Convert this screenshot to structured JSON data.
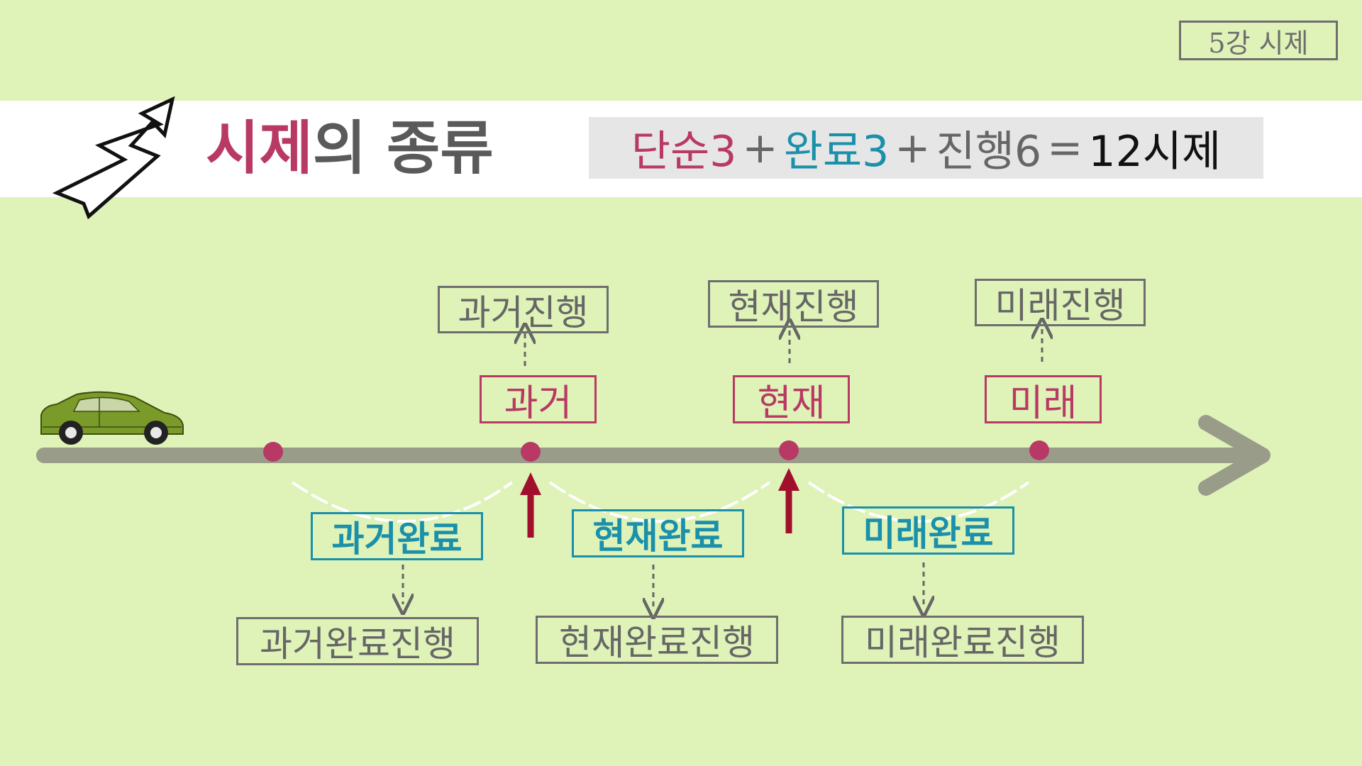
{
  "lesson_badge": "5강 시제",
  "title": {
    "part1": "시제",
    "part2": "의 종류"
  },
  "formula": {
    "simple": "단순3",
    "plus1": "+",
    "perfect": "완료3",
    "plus2": "+",
    "progressive": "진행6",
    "equals": "=",
    "total": "12시제"
  },
  "timeline": {
    "points": [
      {
        "label": "과거",
        "progressive": "과거진행"
      },
      {
        "label": "현재",
        "progressive": "현재진행"
      },
      {
        "label": "미래",
        "progressive": "미래진행"
      }
    ],
    "perfects": [
      {
        "label": "과거완료",
        "progressive": "과거완료진행"
      },
      {
        "label": "현재완료",
        "progressive": "현재완료진행"
      },
      {
        "label": "미래완료",
        "progressive": "미래완료진행"
      }
    ]
  },
  "colors": {
    "background": "#dff2b8",
    "accent_red": "#b83a64",
    "accent_teal": "#1a90aa",
    "gray_text": "#666666",
    "timeline": "#9a9c8a",
    "car": "#7a9a2a"
  },
  "icons": [
    "zigzag-arrow-icon",
    "car-icon",
    "up-arrow-icon"
  ]
}
